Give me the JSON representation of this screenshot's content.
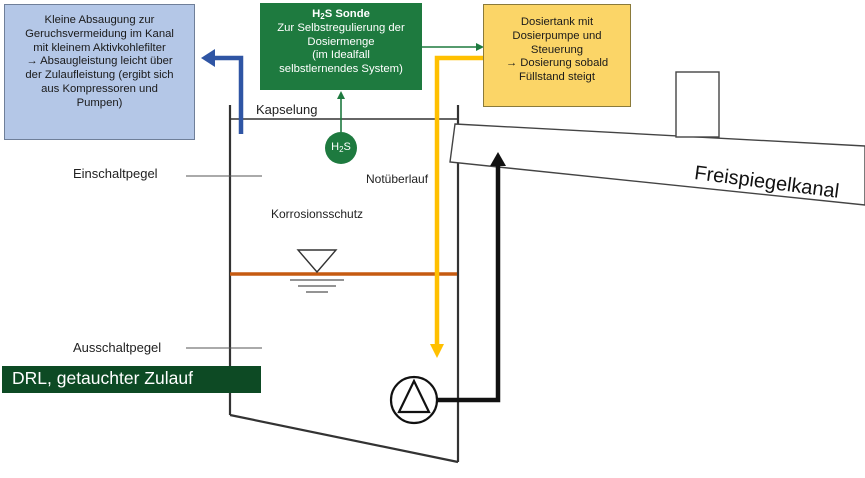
{
  "boxes": {
    "absaugung": {
      "lines": [
        "Kleine Absaugung zur",
        "Geruchsvermeidung im Kanal",
        "mit kleinem Aktivkohlefilter",
        "→ Absaugleistung leicht über",
        "der Zulaufleistung (ergibt sich",
        "aus Kompressoren und",
        "Pumpen)"
      ],
      "color": "#b4c7e7"
    },
    "sonde": {
      "title_prefix": "H",
      "title_sub": "2",
      "title_suffix": "S Sonde",
      "lines": [
        "Zur Selbstregulierung der",
        "Dosiermenge",
        "(im Idealfall",
        "selbstlernendes System)"
      ],
      "color": "#1e7a3f"
    },
    "dosiertank": {
      "lines": [
        "Dosiertank mit",
        "Dosierpumpe und",
        "Steuerung",
        "→ Dosierung sobald",
        "Füllstand steigt"
      ],
      "color": "#fbd567"
    }
  },
  "labels": {
    "kapselung": "Kapselung",
    "einschaltpegel": "Einschaltpegel",
    "notueberlauf": "Notüberlauf",
    "korrosionsschutz": "Korrosionsschutz",
    "ausschaltpegel": "Ausschaltpegel",
    "drl": "DRL, getauchter Zulauf",
    "freispiegelkanal": "Freispiegelkanal",
    "h2s_sensor_prefix": "H",
    "h2s_sensor_sub": "2",
    "h2s_sensor_suffix": "S"
  },
  "colors": {
    "suction_arrow": "#2f55a4",
    "dosing_line": "#ffc000",
    "sensor_arrow": "#1e7a3f",
    "water_level": "#c55a11",
    "pressure_line": "#000000",
    "drl_bar": "#0d4a24"
  },
  "icons": {
    "pump": "pump-symbol-icon",
    "water_level": "water-level-triangle-icon",
    "sensor": "h2s-sensor-icon"
  }
}
